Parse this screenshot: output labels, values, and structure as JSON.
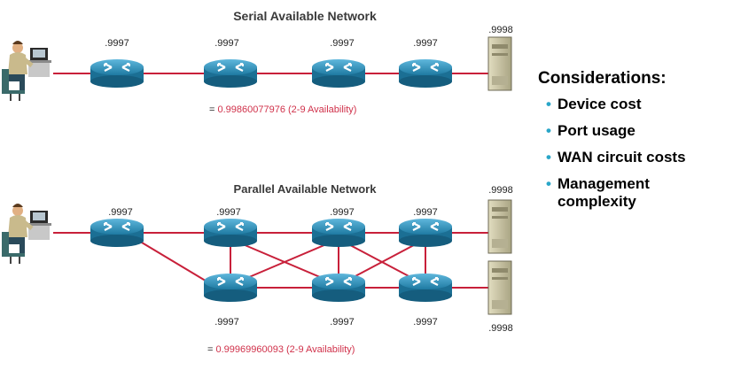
{
  "serial": {
    "title": "Serial Available Network",
    "router_availability": [
      ".9997",
      ".9997",
      ".9997",
      ".9997"
    ],
    "server_availability": ".9998",
    "result_equals": "= ",
    "result_value": "0.99860077976",
    "result_note": " (2-9 Availability)"
  },
  "parallel": {
    "title": "Parallel Available Network",
    "top_availability": [
      ".9997",
      ".9997",
      ".9997",
      ".9997"
    ],
    "bottom_availability": [
      ".9997",
      ".9997",
      ".9997"
    ],
    "server_top_availability": ".9998",
    "server_bottom_availability": ".9998",
    "result_equals": "= ",
    "result_value": "0.99969960093",
    "result_note": " (2-9 Availability)"
  },
  "considerations": {
    "heading": "Considerations:",
    "items": [
      "Device cost",
      "Port usage",
      "WAN circuit costs",
      "Management complexity"
    ]
  },
  "colors": {
    "link": "#c8203a",
    "router": "#2a8fb4",
    "server": "#c9c4a2",
    "bullet": "#2aa6c8"
  },
  "icons": [
    "user-at-workstation-icon",
    "router-icon",
    "server-icon"
  ]
}
